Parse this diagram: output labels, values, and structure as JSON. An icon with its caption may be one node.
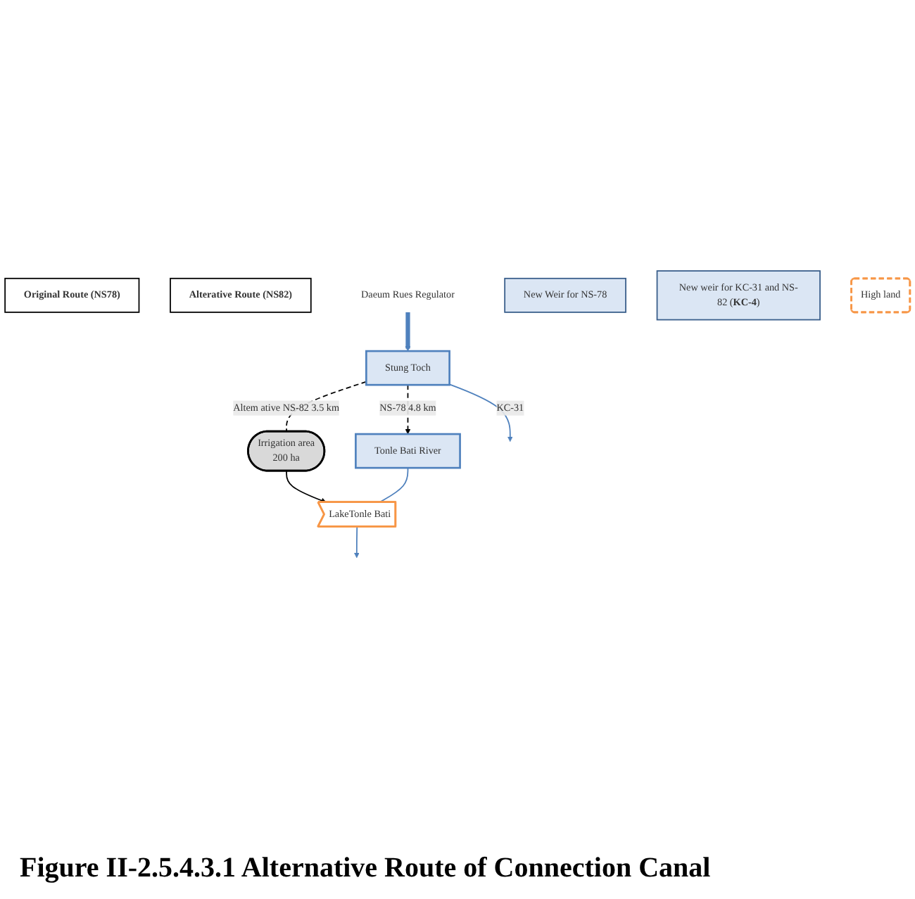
{
  "diagram": {
    "caption": "Figure II-2.5.4.3.1 Alternative Route of Connection Canal",
    "nodes": [
      {
        "text": [
          "Original Route (NS78)"
        ]
      },
      {
        "text": [
          "Alterative Route (NS82)"
        ]
      },
      {
        "text": [
          "Daeum Rues Regulator"
        ]
      },
      {
        "text": [
          "Stung Toch"
        ]
      },
      {
        "text": [
          "New Weir for NS-78"
        ]
      },
      {
        "text": [
          "New weir for KC-31 and NS-82 (**KC-4**)"
        ]
      },
      {
        "text": [
          "High land"
        ]
      },
      {
        "text": [
          "Irrigation area",
          "200 ha"
        ]
      },
      {
        "text": [
          "LakeTonle Bati"
        ]
      },
      {
        "text": [
          "Tonle Bati River"
        ]
      }
    ],
    "edges": [
      {
        "from": 2,
        "to": 3,
        "arrow": "to",
        "style": "thick"
      },
      {
        "from": 3,
        "to": null,
        "arrow": "to",
        "label": "KC-31"
      },
      {
        "from": 3,
        "to": 9,
        "arrow": "to",
        "label": "NS-78 4.8 km",
        "style": "dashed",
        "color": "#000000"
      },
      {
        "from": 3,
        "to": 7,
        "arrow": "none",
        "label": "Altem ative NS-82 3.5 km",
        "style": "dashed",
        "color": "#000000"
      },
      {
        "from": 7,
        "to": 8,
        "arrow": "to",
        "color": "#000000"
      },
      {
        "from": 9,
        "to": 8,
        "arrow": "none"
      },
      {
        "from": 8,
        "to": null,
        "arrow": "to"
      }
    ]
  }
}
